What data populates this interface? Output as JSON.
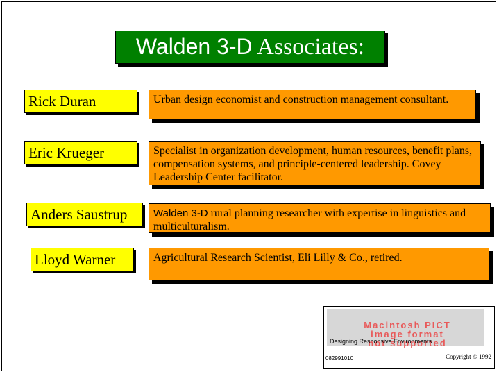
{
  "title": {
    "part1": "Walden 3-D",
    "part2": " Associates:"
  },
  "people": [
    {
      "name": "Rick Duran",
      "desc": "Urban design economist and construction management consultant."
    },
    {
      "name": "Eric Krueger",
      "desc": "Specialist in organization development, human resources, benefit plans, compensation systems, and principle-centered leadership.  Covey Leadership Center facilitator."
    },
    {
      "name": "Anders Saustrup",
      "desc_prefix": "Walden 3-D",
      "desc": " rural planning researcher with expertise in linguistics and multiculturalism."
    },
    {
      "name": "Lloyd Warner",
      "desc": "Agricultural Research Scientist, Eli Lilly & Co., retired."
    }
  ],
  "footer": {
    "logo_line1": "Macintosh PICT",
    "logo_line2": "image format",
    "logo_line3": "not supported",
    "caption": "Designing Responsive Environments",
    "id": "082991010",
    "copyright": "Copyright © 1992"
  },
  "colors": {
    "title_bg": "#008000",
    "name_bg": "#ffff00",
    "desc_bg": "#ff9900"
  }
}
